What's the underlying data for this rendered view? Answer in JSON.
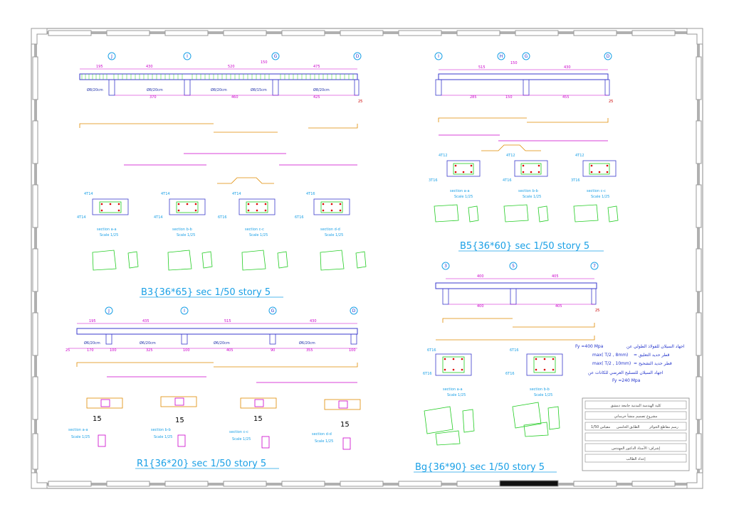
{
  "drawing": {
    "titles": {
      "b3": "B3{36*65}  sec 1/50  story 5",
      "b5": "B5{36*60}  sec 1/50  story 5",
      "r1": "R1{36*20}  sec 1/50  story 5",
      "bg": "Bg{36*90}  sec 1/50  story 5"
    },
    "axes": {
      "b3": [
        "J",
        "I",
        "G",
        "D"
      ],
      "b5": [
        "I",
        "H",
        "G",
        "D"
      ],
      "r1": [
        "J",
        "I",
        "G",
        "D"
      ],
      "bg": [
        "3",
        "5",
        "7"
      ]
    },
    "dims": {
      "b3_top": [
        "195",
        "430",
        "520",
        "150",
        "475"
      ],
      "b3_bot": [
        "370",
        "460",
        "425",
        "25"
      ],
      "b5_top": [
        "515",
        "150",
        "430"
      ],
      "b5_bot": [
        "285",
        "150",
        "455",
        "25"
      ],
      "r1_top": [
        "195",
        "435",
        "515",
        "430"
      ],
      "r1_bot": [
        "25",
        "170",
        "100",
        "325",
        "100",
        "405",
        "90",
        "355",
        "100"
      ],
      "bg_top": [
        "400",
        "405"
      ],
      "bg_bot": [
        "400",
        "405",
        "25"
      ]
    },
    "stirrups": {
      "b3": [
        "Ø8/20cm",
        "Ø8/20cm",
        "Ø8/20cm",
        "Ø8/15cm",
        "Ø8/20cm"
      ],
      "r1": [
        "Ø6/20cm",
        "Ø6/20cm",
        "Ø6/20cm",
        "Ø6/20cm"
      ]
    },
    "sections": {
      "b3": [
        "section a-a",
        "section b-b",
        "section c-c",
        "section d-d"
      ],
      "b5": [
        "section a-a",
        "section b-b",
        "section c-c"
      ],
      "r1": [
        "section a-a",
        "section b-b",
        "section c-c",
        "section d-d"
      ],
      "bg": [
        "section a-a",
        "section b-b"
      ],
      "scale": "Scale 1/25"
    },
    "bars": {
      "b3_top": [
        "4T14",
        "4T14",
        "4T14",
        "4T16"
      ],
      "b3_bot": [
        "4T14",
        "4T14",
        "6T16",
        "6T16"
      ],
      "b5_top": [
        "4T12",
        "4T12",
        "4T12"
      ],
      "b5_bot": [
        "3T16",
        "4T16",
        "3T16"
      ],
      "bg_top": [
        "6T16",
        "6T16"
      ],
      "bg_bot": [
        "6T16",
        "6T16"
      ],
      "r1_depth": "15"
    },
    "notes": [
      "Fy =400  Mpa",
      "max( T/2 , 8mm)",
      "max( T/2 , 10mm)",
      "Fy =240  Mpa"
    ],
    "notes_ar": [
      "اجهاد السيلان للفولاذ الطولي عن",
      "= قطر حديد التعليق",
      "= قطر حديد التشحيح",
      "اجهاد السيلان للتسليح العرضي للكانات عن"
    ],
    "title_block": [
      "كلية الهندسة المدنية جامعة دمشق",
      "مشروع تصميم منشأ خرساني",
      "رسم مقاطع الجوائز",
      "الطابق الخامس",
      "مقياس 1/50",
      "إشراف: الأستاذ الدكتور المهندس",
      "إعداد الطالب"
    ],
    "colors": {
      "frame": "#b0b0b0",
      "concrete": "#3a3acc",
      "longbar": "#e08a00",
      "stirrup": "#22cc22",
      "dim": "#cc00cc",
      "label": "#1aa0e6",
      "red": "#dd0000"
    }
  }
}
